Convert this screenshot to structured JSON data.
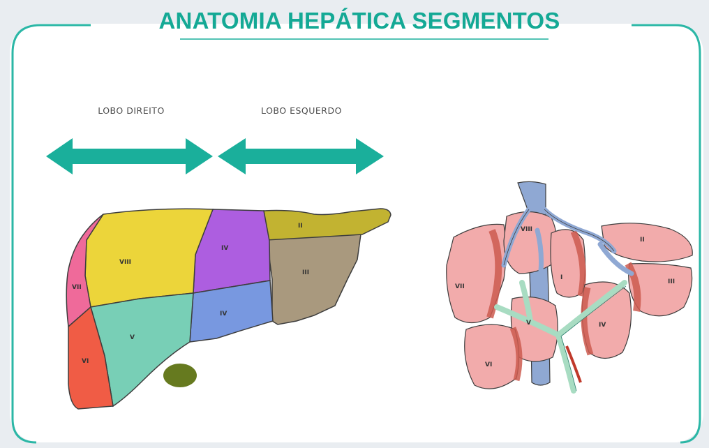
{
  "title": "ANATOMIA HEPÁTICA SEGMENTOS",
  "lobes": {
    "right": "LOBO DIREITO",
    "left": "LOBO ESQUERDO"
  },
  "colors": {
    "accent": "#1aaf9b",
    "frame": "#2bb7a6",
    "seg_ii": "#c2b331",
    "seg_iii": "#a9997e",
    "seg_iva": "#ad5ee0",
    "seg_ivb": "#7898e0",
    "seg_v": "#78cfb6",
    "seg_vi": "#f05c45",
    "seg_vii": "#ef6a9a",
    "seg_viii": "#ecd53a",
    "gallbladder": "#667a1f",
    "liver_pink": "#f2abab",
    "liver_dark": "#cc5a4f",
    "vein_blue": "#8fa8d3",
    "portal_green": "#a8dcc2"
  },
  "flat_liver": {
    "segments": {
      "ii": "II",
      "iii": "III",
      "iva": "IV",
      "ivb": "IV",
      "v": "V",
      "vi": "VI",
      "vii": "VII",
      "viii": "VIII"
    }
  },
  "exploded_liver": {
    "segments": {
      "ii": "II",
      "iii": "III",
      "iv": "IV",
      "i": "I",
      "v": "V",
      "vi": "VI",
      "vii": "VII",
      "viii": "VIII"
    }
  }
}
